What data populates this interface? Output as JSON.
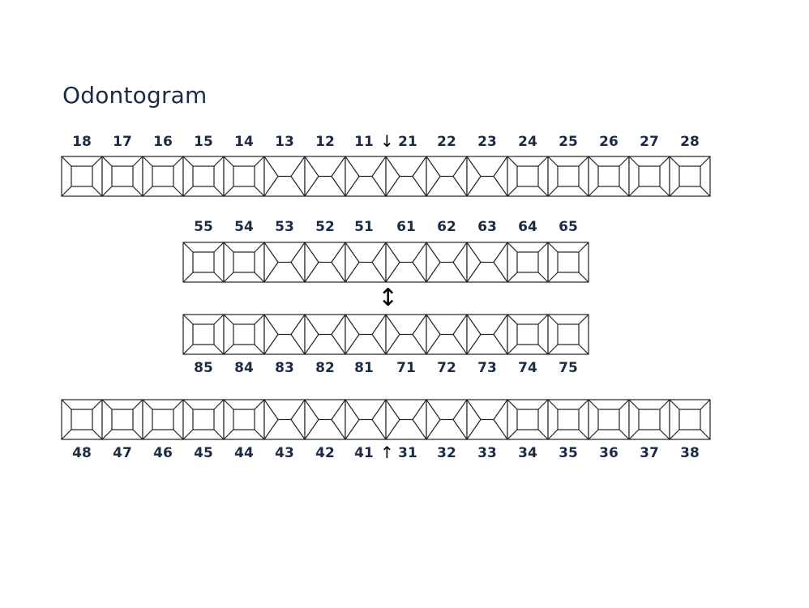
{
  "title": "Odontogram",
  "rows": [
    {
      "name": "upper-permanent",
      "teeth": [
        "18",
        "17",
        "16",
        "15",
        "14",
        "13",
        "12",
        "11",
        "21",
        "22",
        "23",
        "24",
        "25",
        "26",
        "27",
        "28"
      ],
      "types": [
        "m",
        "m",
        "m",
        "m",
        "m",
        "a",
        "a",
        "a",
        "a",
        "a",
        "a",
        "m",
        "m",
        "m",
        "m",
        "m"
      ]
    },
    {
      "name": "upper-primary",
      "teeth": [
        "55",
        "54",
        "53",
        "52",
        "51",
        "61",
        "62",
        "63",
        "64",
        "65"
      ],
      "types": [
        "m",
        "m",
        "a",
        "a",
        "a",
        "a",
        "a",
        "a",
        "m",
        "m"
      ]
    },
    {
      "name": "lower-primary",
      "teeth": [
        "85",
        "84",
        "83",
        "82",
        "81",
        "71",
        "72",
        "73",
        "74",
        "75"
      ],
      "types": [
        "m",
        "m",
        "a",
        "a",
        "a",
        "a",
        "a",
        "a",
        "m",
        "m"
      ]
    },
    {
      "name": "lower-permanent",
      "teeth": [
        "48",
        "47",
        "46",
        "45",
        "44",
        "43",
        "42",
        "41",
        "31",
        "32",
        "33",
        "34",
        "35",
        "36",
        "37",
        "38"
      ],
      "types": [
        "m",
        "m",
        "m",
        "m",
        "m",
        "a",
        "a",
        "a",
        "a",
        "a",
        "a",
        "m",
        "m",
        "m",
        "m",
        "m"
      ]
    }
  ],
  "arrows": {
    "upper": "↓",
    "middle": "↕",
    "lower": "↑"
  }
}
